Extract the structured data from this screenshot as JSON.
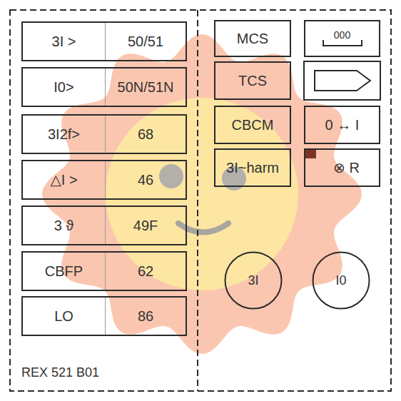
{
  "diagram": {
    "nodes": [
      {
        "text": [
          "3I >",
          "50/51"
        ]
      },
      {
        "text": [
          "I0>",
          "50N/51N"
        ]
      },
      {
        "text": [
          "3I2f>",
          "68"
        ]
      },
      {
        "text": [
          "△I >",
          "46"
        ]
      },
      {
        "text": [
          "3 ϑ",
          "49F"
        ]
      },
      {
        "text": [
          "CBFP",
          "62"
        ]
      },
      {
        "text": [
          "LO",
          "86"
        ]
      },
      {
        "text": [
          "MCS"
        ]
      },
      {
        "text": [
          "TCS"
        ]
      },
      {
        "text": [
          "CBCM"
        ]
      },
      {
        "text": [
          "3I~harm"
        ]
      },
      {
        "text": [
          "000"
        ]
      },
      {
        "text": [
          "0 ↔ I"
        ]
      },
      {
        "text": [
          "⊗ R"
        ]
      },
      {
        "text": [
          "3I"
        ]
      },
      {
        "text": [
          "I0"
        ]
      }
    ],
    "labels": [
      "REX 521 B01"
    ]
  }
}
